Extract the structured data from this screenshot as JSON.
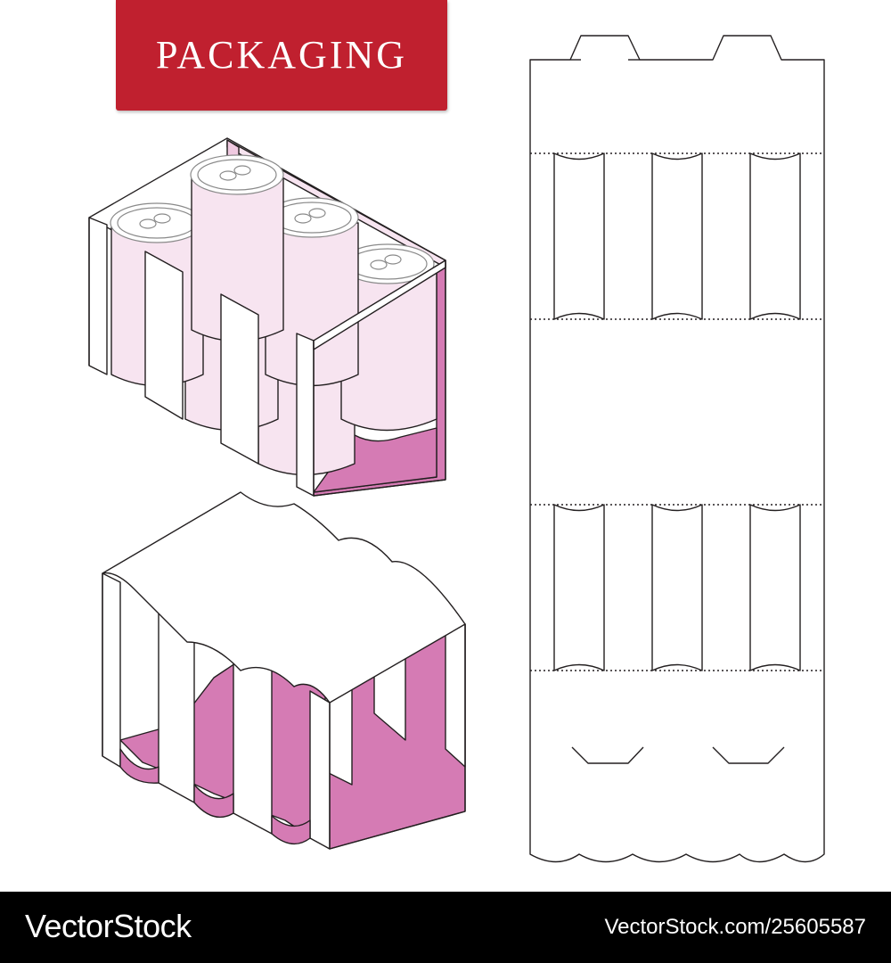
{
  "banner": {
    "title": "PACKAGING"
  },
  "footer": {
    "brand": "VectorStock",
    "url": "VectorStock.com/25605587"
  },
  "colors": {
    "banner": "#c0202f",
    "outline": "#231f20",
    "magenta": "#d57bb4",
    "pink_light": "#f7e4f0",
    "pink_mid": "#efc9e0",
    "can": "#ffffff",
    "footer": "#000000"
  }
}
